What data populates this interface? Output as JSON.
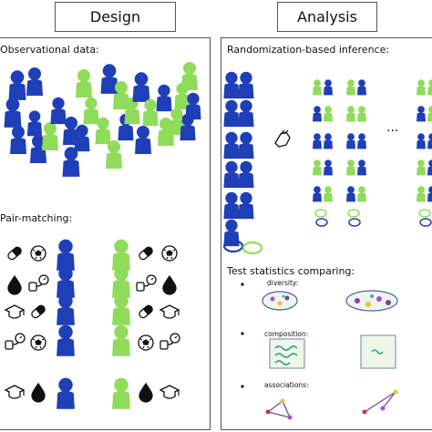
{
  "header": {
    "design": "Design",
    "analysis": "Analysis"
  },
  "design": {
    "observational_label": "Observational data:",
    "pair_matching_label": "Pair-matching:"
  },
  "analysis": {
    "randomization_label": "Randomization-based inference:",
    "ellipsis": "...",
    "test_stats_label": "Test statistics comparing:",
    "bullets": [
      "diversity:",
      "composition:",
      "associations:"
    ]
  },
  "colors": {
    "blue": "#1f3fb8",
    "green": "#8fdc5a",
    "outline": "#555555"
  },
  "icons": [
    "pill-icon",
    "soccer-ball-icon",
    "drop-icon",
    "blood-pressure-icon",
    "graduation-cap-icon",
    "hand-icon"
  ]
}
